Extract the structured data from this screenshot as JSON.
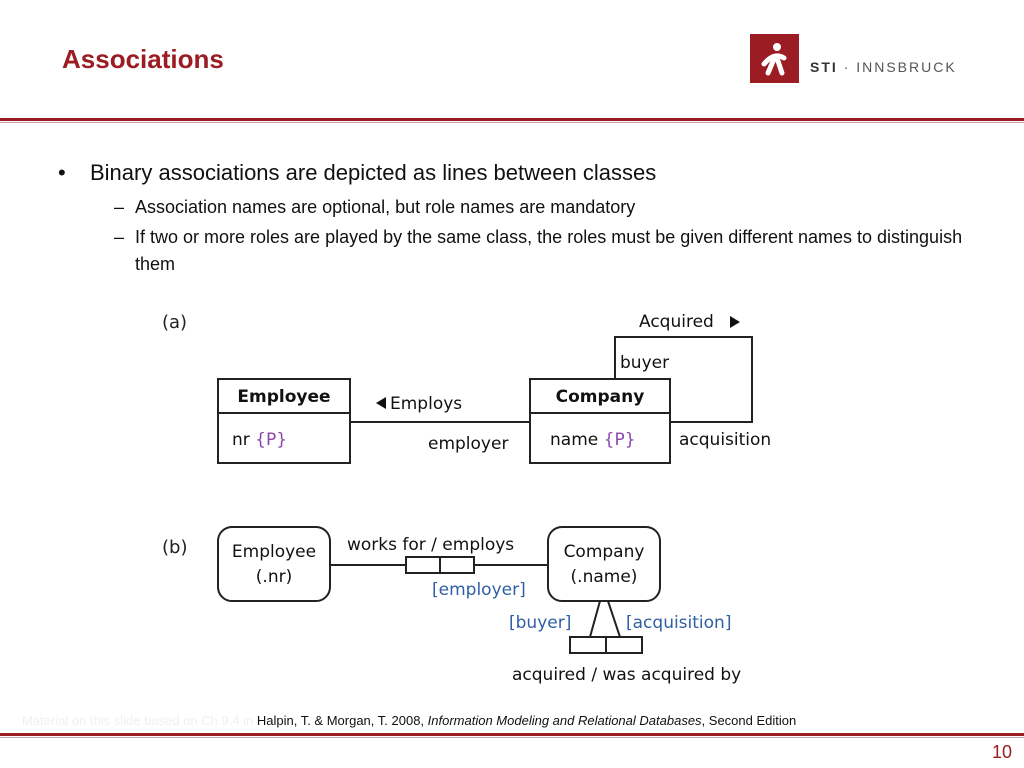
{
  "slide": {
    "title": "Associations",
    "page_number": "10"
  },
  "logo": {
    "text_bold": "STI",
    "text_rest": " · INNSBRUCK"
  },
  "bullets": {
    "main": "Binary associations are depicted as lines between classes",
    "sub1": "Association names are optional, but role names are mandatory",
    "sub2": "If two or more roles are played by the same class, the roles must be given different names to distinguish them",
    "bullet_symbol": "•",
    "dash_symbol": "–"
  },
  "diagram": {
    "a": {
      "label": "(a)",
      "employee_class": "Employee",
      "employee_attr": "nr",
      "company_class": "Company",
      "company_attr": "name",
      "identifier_marker": "{P}",
      "assoc_employs": "Employs",
      "role_employer": "employer",
      "assoc_acquired": "Acquired",
      "role_buyer": "buyer",
      "role_acquisition": "acquisition"
    },
    "b": {
      "label": "(b)",
      "employee_name": "Employee",
      "employee_ref": "(.nr)",
      "company_name": "Company",
      "company_ref": "(.name)",
      "fact_works_for": "works for / employs",
      "role_employer": "[employer]",
      "role_buyer": "[buyer]",
      "role_acquisition": "[acquisition]",
      "fact_acquired": "acquired / was acquired by"
    }
  },
  "footnote": {
    "faint_prefix": "Material on this slide based on Ch 9.4 in ",
    "authors": "Halpin, T. & Morgan, T. 2008, ",
    "book": "Information Modeling and Relational Databases",
    "edition": ", Second Edition"
  },
  "colors": {
    "accent": "#9b1c22",
    "identifier": "#8e44ad",
    "role_names": "#2f5fa5"
  }
}
